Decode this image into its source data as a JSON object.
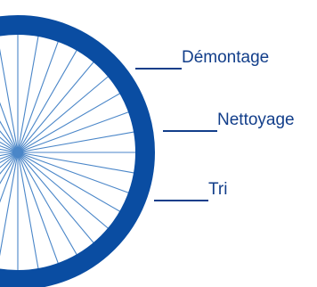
{
  "colors": {
    "rim": "#0A4DA2",
    "spokes": "#4A86C8",
    "hub": "#4A86C8",
    "text": "#123E8A",
    "leader_lines": "#123E8A",
    "background": "#FFFFFF"
  },
  "wheel": {
    "icon": "bicycle-wheel-icon",
    "spoke_count": 36
  },
  "callouts": [
    {
      "label": "Démontage"
    },
    {
      "label": "Nettoyage"
    },
    {
      "label": "Tri"
    }
  ]
}
